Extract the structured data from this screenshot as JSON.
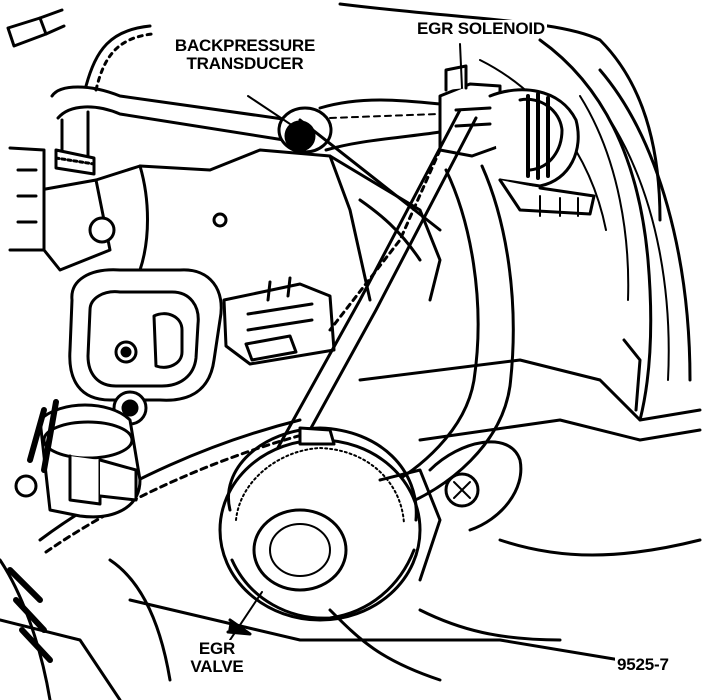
{
  "labels": {
    "backpressure_line1": "BACKPRESSURE",
    "backpressure_line2": "TRANSDUCER",
    "egr_solenoid": "EGR SOLENOID",
    "egr_valve_line1": "EGR",
    "egr_valve_line2": "VALVE",
    "figure_number": "9525-7"
  },
  "colors": {
    "ink": "#000000",
    "paper": "#ffffff"
  }
}
